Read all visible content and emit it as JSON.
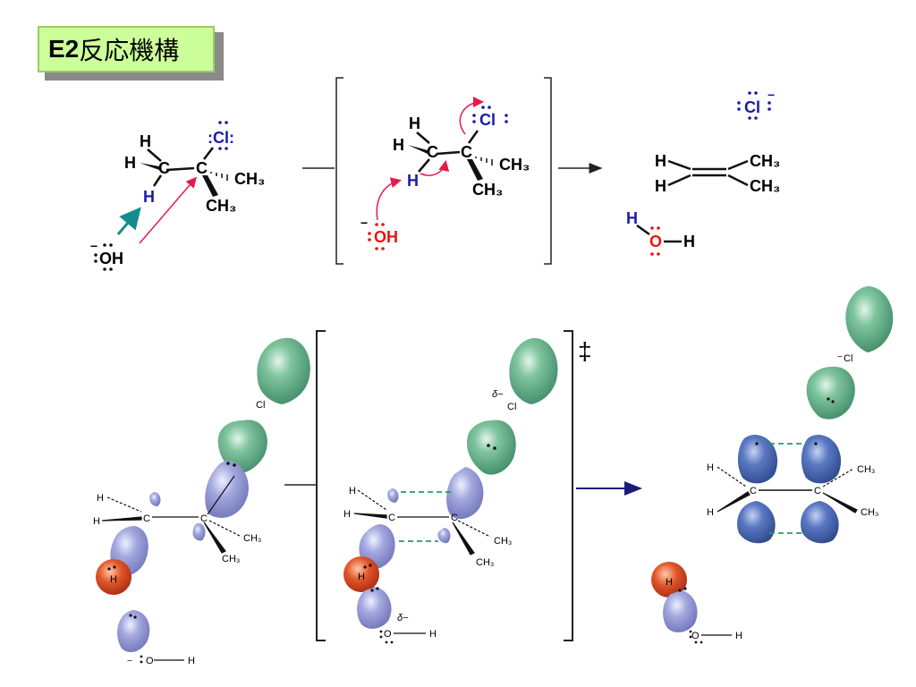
{
  "title": {
    "latin": "E2",
    "jp": "反応機構"
  },
  "scheme": {
    "reactant": {
      "h_top": "H",
      "h_left": "H",
      "c1": "C",
      "h_blue": "H",
      "cl": ":Cl:",
      "c2": "C",
      "ch3_right": "CH₃",
      "ch3_down": "CH₃",
      "oh_charge": "−",
      "oh": "OH"
    },
    "transition": {
      "h_top": "H",
      "h_left": "H",
      "c1": "C",
      "h_blue": "H",
      "cl": "Cl",
      "c2": "C",
      "ch3_right": "CH₃",
      "ch3_down": "CH₃",
      "oh_charge": "−",
      "oh": "OH"
    },
    "product": {
      "cl": "Cl",
      "cl_charge": "−",
      "h1": "H",
      "h2": "H",
      "ch3_1": "CH₃",
      "ch3_2": "CH₃",
      "water_h": "H",
      "water_o": "O",
      "water_h2": "H"
    }
  },
  "orbital": {
    "reactant": {
      "cl": "Cl",
      "h1": "H",
      "h2": "H",
      "c1": "C",
      "c2": "C",
      "ch3_a": "CH₃",
      "ch3_b": "CH₃",
      "h_red": "H",
      "o_charge": "−",
      "o": "O",
      "o_h": "H"
    },
    "transition": {
      "double_dagger": "‡",
      "delta_cl": "δ−",
      "cl": "Cl",
      "h1": "H",
      "h2": "H",
      "c1": "C",
      "c2": "C",
      "ch3_a": "CH₃",
      "ch3_b": "CH₃",
      "h_red": "H",
      "delta_o": "δ−",
      "o": "O",
      "o_h": "H"
    },
    "product": {
      "cl_charge": "−",
      "cl": "Cl",
      "h1": "H",
      "h2": "H",
      "c1": "C",
      "c2": "C",
      "ch3_a": "CH₃",
      "ch3_b": "CH₃",
      "h_red": "H",
      "o": "O",
      "o_h": "H"
    }
  },
  "colors": {
    "blue_label": "#1a1aaa",
    "red_label": "#ee1111",
    "arrow_red": "#e8194a",
    "arrow_teal": "#158c8c",
    "green_orbital": "#5fae85",
    "blue_orbital": "#9aa0d8",
    "dark_blue_orbital": "#4a66b0",
    "red_atom": "#dd4422",
    "dashed_bond": "#2a9a6a",
    "reaction_arrow_dark": "#1a1a7a"
  }
}
